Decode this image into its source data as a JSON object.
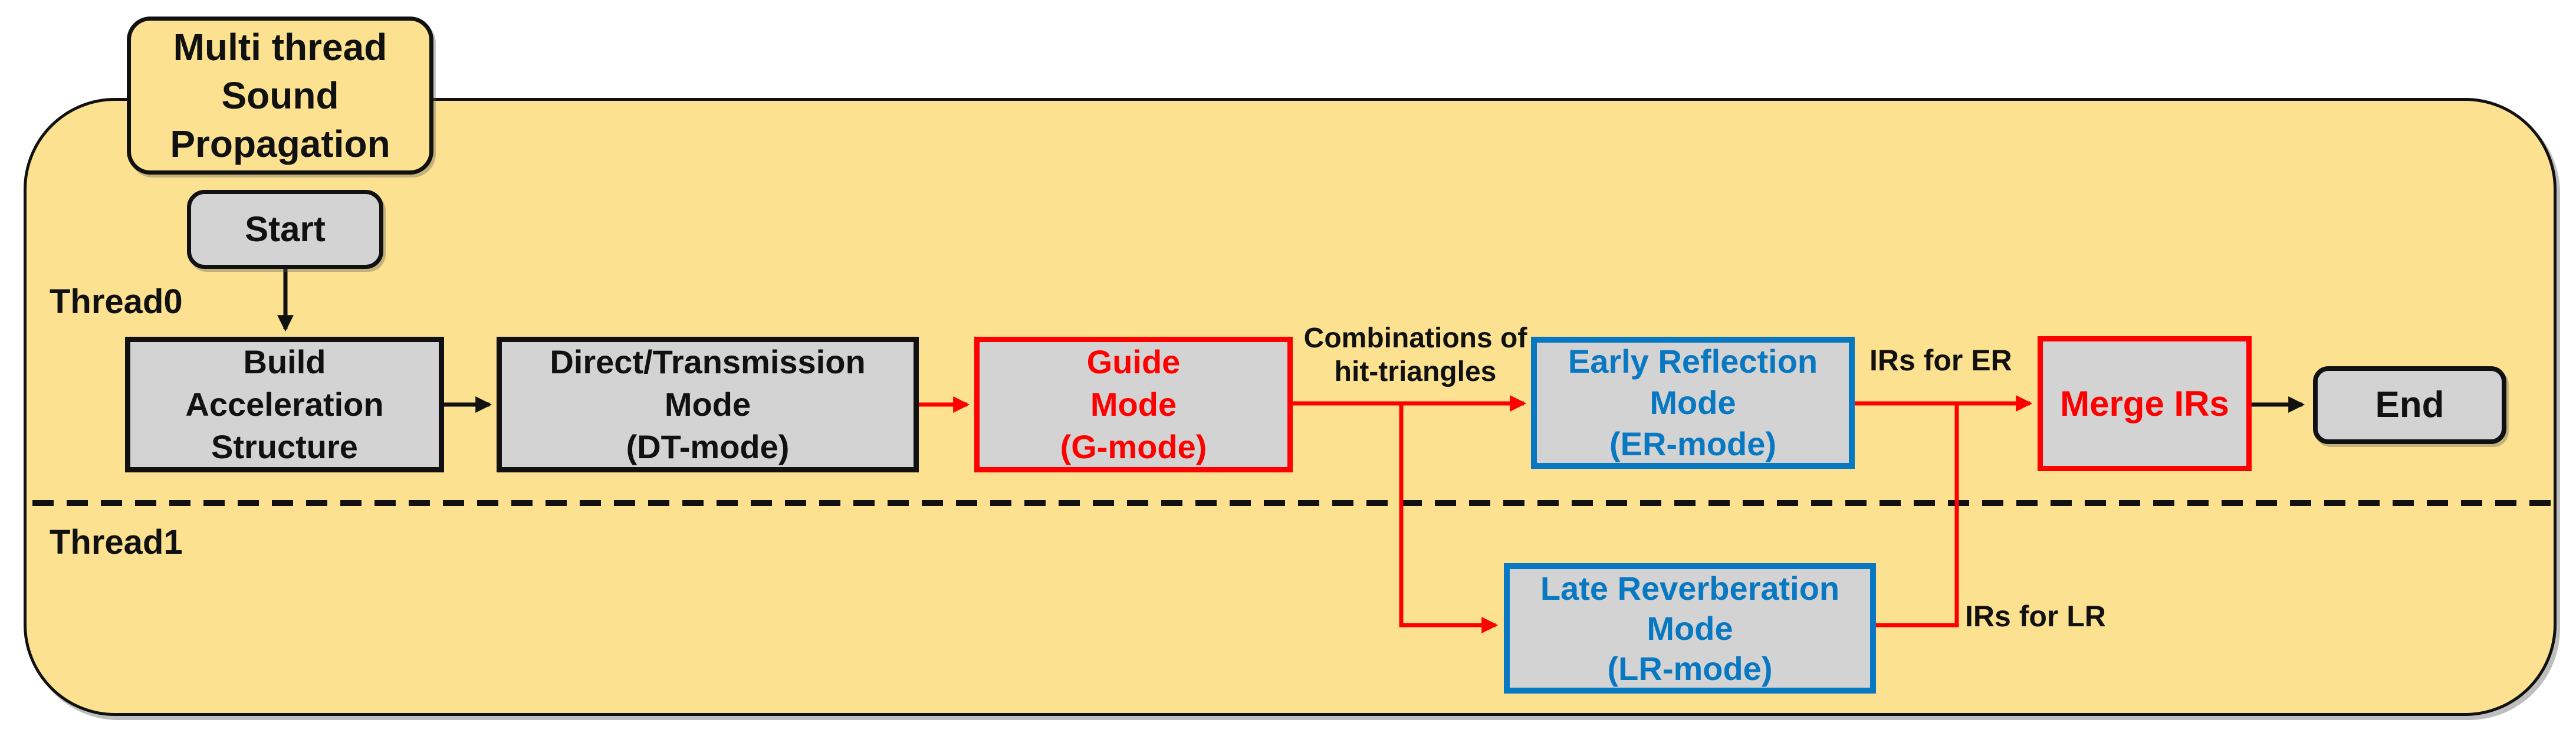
{
  "diagram": {
    "title": "Multi thread\nSound\nPropagation",
    "threads": {
      "thread0": "Thread0",
      "thread1": "Thread1"
    },
    "nodes": {
      "start": {
        "label": "Start",
        "shape": "rounded",
        "fill": "#D3D3D3",
        "border": "#111111"
      },
      "build": {
        "label": "Build\nAcceleration\nStructure",
        "shape": "rect",
        "fill": "#D3D3D3",
        "border": "#111111"
      },
      "dt": {
        "label": "Direct/Transmission\nMode\n(DT-mode)",
        "shape": "rect",
        "fill": "#D3D3D3",
        "border": "#111111"
      },
      "g": {
        "label": "Guide\nMode\n(G-mode)",
        "shape": "rect",
        "fill": "#D3D3D3",
        "border": "#FF0000",
        "text_color": "#FF0000"
      },
      "er": {
        "label": "Early Reflection\nMode\n(ER-mode)",
        "shape": "rect",
        "fill": "#D3D3D3",
        "border": "#0878C2",
        "text_color": "#0878C2"
      },
      "lr": {
        "label": "Late Reverberation\nMode\n(LR-mode)",
        "shape": "rect",
        "fill": "#D3D3D3",
        "border": "#0878C2",
        "text_color": "#0878C2"
      },
      "merge": {
        "label": "Merge IRs",
        "shape": "rect",
        "fill": "#D3D3D3",
        "border": "#FF0000",
        "text_color": "#FF0000"
      },
      "end": {
        "label": "End",
        "shape": "rounded",
        "fill": "#D3D3D3",
        "border": "#111111"
      }
    },
    "edge_labels": {
      "combinations": "Combinations of\nhit-triangles",
      "irs_er": "IRs for ER",
      "irs_lr": "IRs for LR"
    },
    "edges": [
      {
        "from": "start",
        "to": "build",
        "color": "#111111"
      },
      {
        "from": "build",
        "to": "dt",
        "color": "#111111"
      },
      {
        "from": "dt",
        "to": "g",
        "color": "#FF0000"
      },
      {
        "from": "g",
        "to": "er",
        "color": "#FF0000",
        "label": "Combinations of hit-triangles"
      },
      {
        "from": "g",
        "to": "lr",
        "color": "#FF0000",
        "branch": true
      },
      {
        "from": "er",
        "to": "merge",
        "color": "#FF0000",
        "label": "IRs for ER"
      },
      {
        "from": "lr",
        "to": "merge",
        "color": "#FF0000",
        "label": "IRs for LR"
      },
      {
        "from": "merge",
        "to": "end",
        "color": "#111111"
      }
    ],
    "colors": {
      "background_panel": "#FCE290",
      "node_fill": "#D3D3D3",
      "accent_red": "#FF0000",
      "accent_blue": "#0878C2",
      "line_black": "#111111"
    }
  }
}
